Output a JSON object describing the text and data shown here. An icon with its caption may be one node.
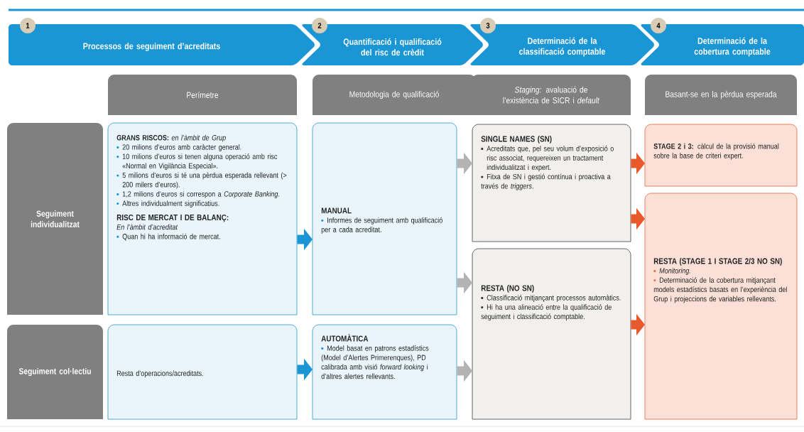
{
  "diagram": {
    "nodes": [
      {
        "text": [
          "1",
          "Processos de seguiment d’acreditats"
        ]
      },
      {
        "text": [
          "2",
          "Quantificació i qualificació del risc de crèdit"
        ]
      },
      {
        "text": [
          "3",
          "Determinació de la classificació comptable"
        ]
      },
      {
        "text": [
          "4",
          "Determinació de la cobertura comptable"
        ]
      },
      {
        "text": [
          "Perímetre"
        ]
      },
      {
        "text": [
          "Metodologia de qualificació"
        ]
      },
      {
        "text": [
          "*Staging:* avaluació de l’existència de SICR i *default*"
        ]
      },
      {
        "text": [
          "Basant-se en la pèrdua esperada"
        ]
      },
      {
        "text": [
          "Seguiment individualitzat"
        ]
      },
      {
        "text": [
          "Seguiment col·lectiu"
        ]
      },
      {
        "text": [
          "**GRANS RISCOS:** *en l’àmbit de Grup*",
          "20 milions d’euros amb caràcter general.",
          "10 milions d’euros si tenen alguna operació amb risc «Normal en Vigilància Especial».",
          "5 milions d’euros si té una pèrdua esperada rellevant (> 200 milers d’euros).",
          "1,2 milions d’euros si correspon a *Corporate Banking*.",
          "Altres individualment significatius.",
          "RISC DE MERCAT I DE BALANÇ:",
          "En l’àmbit d’acreditat",
          "Quan hi ha informació de mercat."
        ]
      },
      {
        "text": [
          "Resta d’operacions/acreditats."
        ]
      },
      {
        "text": [
          "MANUAL",
          "Informes de seguiment amb qualificació per a cada acreditat."
        ]
      },
      {
        "text": [
          "AUTOMÀTICA",
          "Model basat en patrons estadístics (Model d’Alertes Primerenques), PD calibrada amb visió *forward looking* i d’altres alertes rellevants."
        ]
      },
      {
        "text": [
          "SINGLE NAMES (SN)",
          "Acreditats que, pel seu volum d’exposició o risc associat, requereixen un tractament individualitzat i expert.",
          "Fitxa de SN i gestió contínua i proactiva a través de *triggers*."
        ]
      },
      {
        "text": [
          "RESTA (NO SN)",
          "Classificació mitjançant processos automàtics.",
          "Hi ha una alineació entre la qualificació de seguiment i classificació comptable."
        ]
      },
      {
        "text": [
          "**STAGE 2 i 3:** càlcul de la provisió manual sobre la base de criteri expert."
        ]
      },
      {
        "text": [
          "RESTA (STAGE 1 I STAGE 2/3 NO SN)",
          "Monitoring.",
          "Determinació de la cobertura mitjançant models estadístics basats en l’experiència del Grup i projeccions de variables rellevants."
        ]
      }
    ],
    "edges": [
      {
        "from": 10,
        "to": 12,
        "arrow": "to",
        "color": "#1a96d4"
      },
      {
        "from": 11,
        "to": 13,
        "arrow": "to",
        "color": "#1a96d4"
      },
      {
        "from": 12,
        "to": 14,
        "arrow": "to",
        "color": "#b3b3b3"
      },
      {
        "from": 12,
        "to": 15,
        "arrow": "to",
        "color": "#b3b3b3"
      },
      {
        "from": 13,
        "to": 15,
        "arrow": "to",
        "color": "#b3b3b3"
      },
      {
        "from": 14,
        "to": 16,
        "arrow": "to",
        "color": "#e85a2c"
      },
      {
        "from": 14,
        "to": 17,
        "arrow": "to",
        "color": "#e85a2c"
      },
      {
        "from": 15,
        "to": 17,
        "arrow": "to",
        "color": "#e85a2c"
      }
    ]
  }
}
